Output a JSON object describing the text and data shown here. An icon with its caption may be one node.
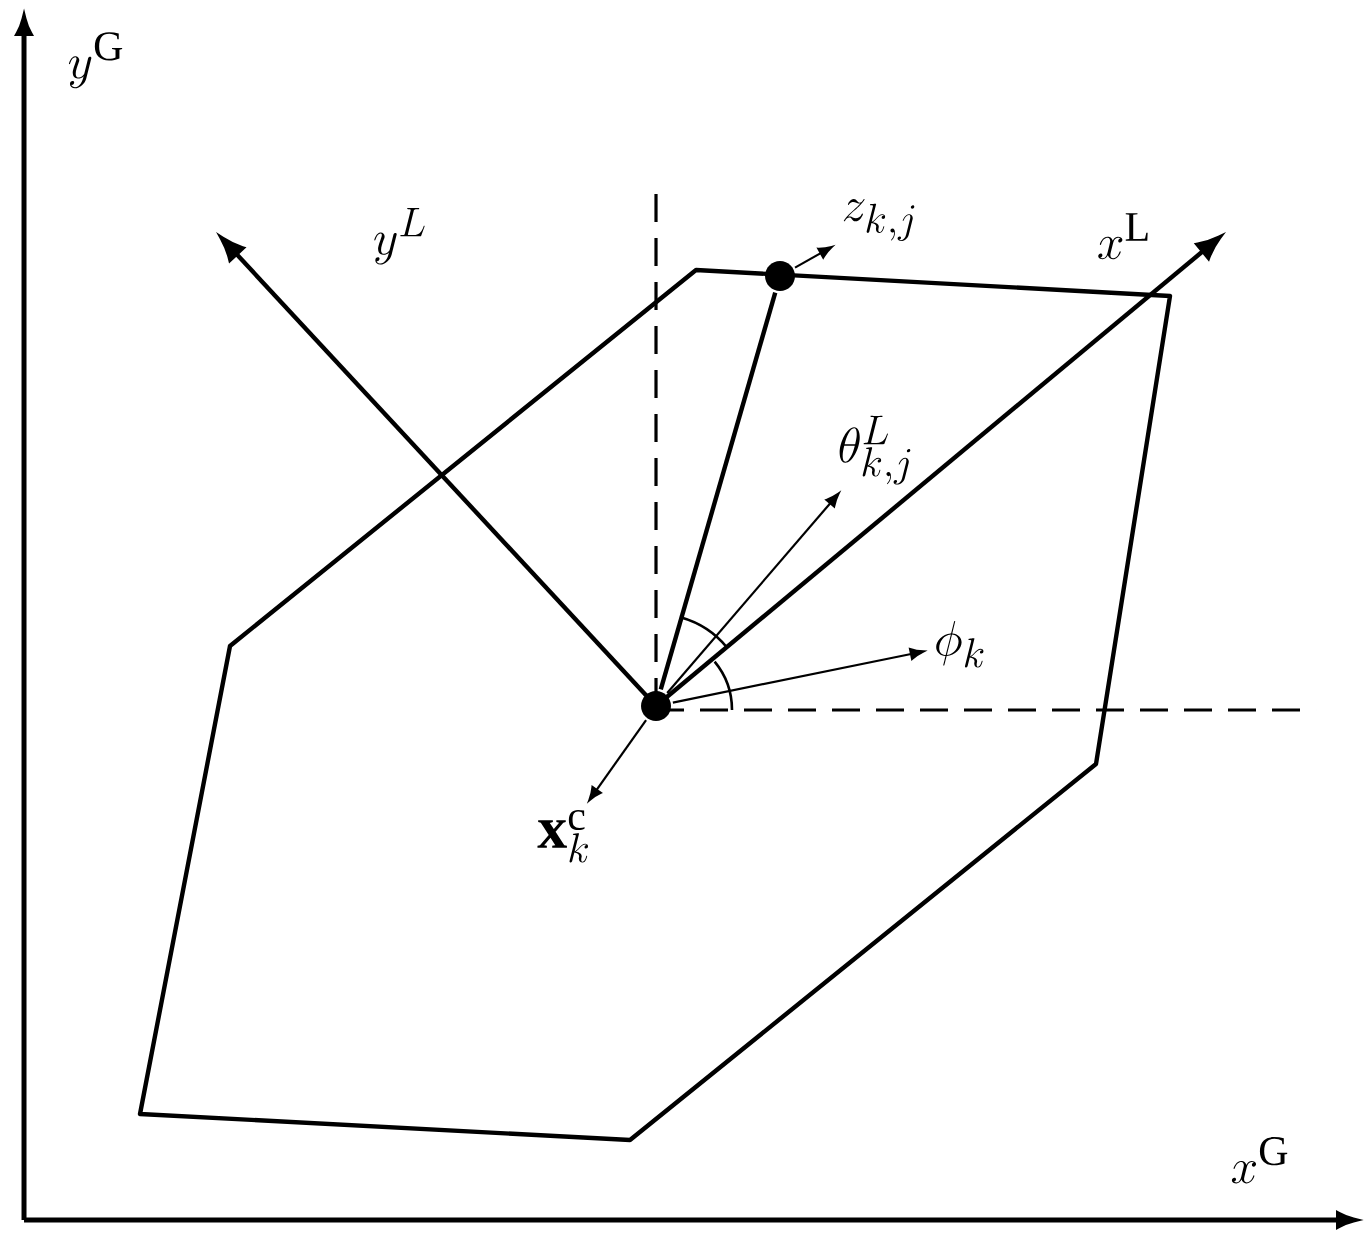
{
  "diagram": {
    "nodes": [
      {
        "text": [],
        "shape": "circle"
      },
      {
        "text": [
          "\\mathbf{x}_k^{\\mathrm{c}}"
        ]
      },
      {
        "text": [],
        "shape": "circle"
      },
      {
        "text": [
          "z_{k,j}"
        ]
      },
      {
        "text": [
          "\\theta_{k,j}^{L}"
        ]
      },
      {
        "text": [
          "\\phi_k"
        ]
      }
    ],
    "edges": [
      {
        "from": 0,
        "to": 1,
        "arrow": "to"
      },
      {
        "from": 2,
        "to": 3,
        "arrow": "to"
      },
      {
        "from": 0,
        "to": 4,
        "arrow": "to"
      },
      {
        "from": 0,
        "to": 5,
        "arrow": "to"
      },
      {
        "from": 0,
        "to": 2,
        "arrow": "none"
      }
    ],
    "labels": [
      "y^{\\mathrm{G}}",
      "y^{L}",
      "x^{\\mathrm{L}}",
      "x^{\\mathrm{G}}"
    ]
  }
}
